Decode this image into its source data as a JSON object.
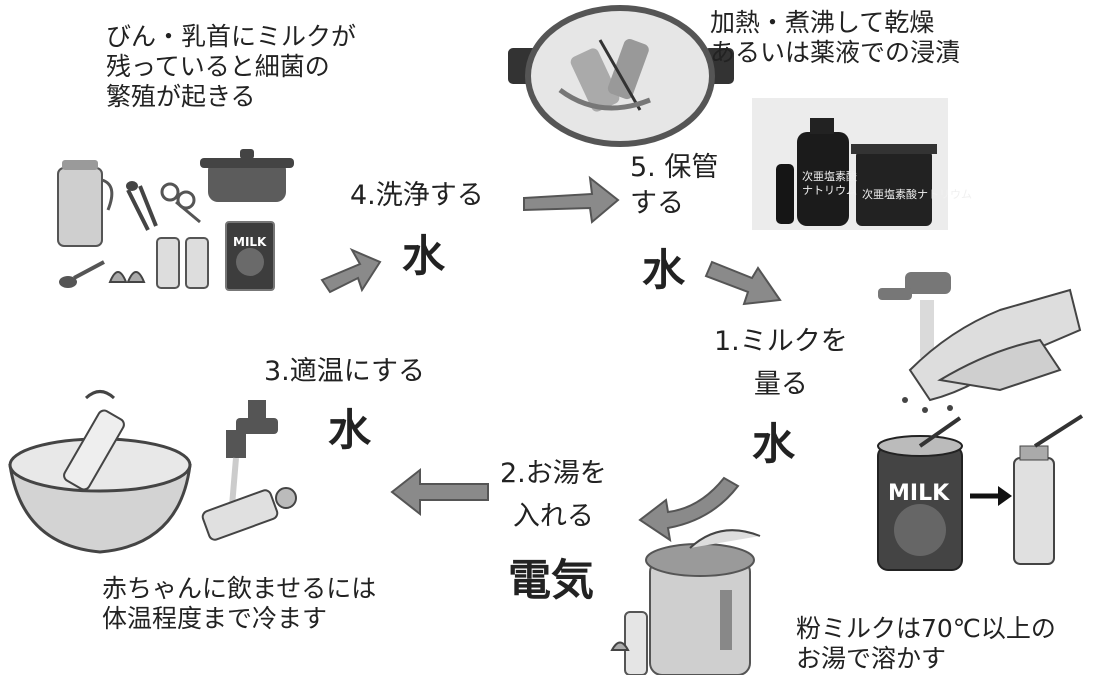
{
  "notes": {
    "bacteria": "びん・乳首にミルクが\n残っていると細菌の\n繁殖が起きる",
    "disinfect": "加熱・煮沸して乾燥\nあるいは薬液での浸漬",
    "cool": "赤ちゃんに飲ませるには\n体温程度まで冷ます",
    "powder": "粉ミルクは70℃以上の\nお湯で溶かす"
  },
  "steps": [
    {
      "id": "wash",
      "label": "4.洗浄する",
      "resource": "水"
    },
    {
      "id": "store",
      "label": "5. 保管\nする",
      "resource": "水"
    },
    {
      "id": "measure",
      "label": "1.ミルクを\n量る",
      "resource": "水"
    },
    {
      "id": "pour",
      "label": "2.お湯を\n入れる",
      "resource": "電気"
    },
    {
      "id": "cool",
      "label": "3.適温にする",
      "resource": "水"
    }
  ],
  "products": {
    "bottle1": "次亜塩素酸\nナトリウム",
    "box": "次亜塩素酸ナトリウム"
  },
  "milk_labels": {
    "package": "MILK",
    "can": "MILK"
  },
  "colors": {
    "arrow": "#8a8a8a",
    "pot": "#555555",
    "photo_bg": "#e9e9e9",
    "device": "#bdbdbd"
  }
}
